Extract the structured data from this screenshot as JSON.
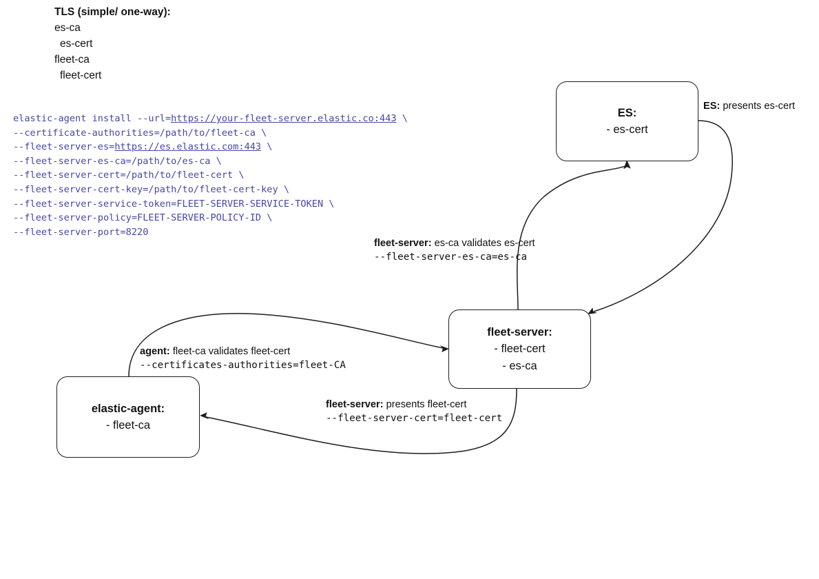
{
  "legend": {
    "title": "TLS (simple/ one-way):",
    "lines": [
      {
        "text": "es-ca",
        "indent": 1
      },
      {
        "text": "es-cert",
        "indent": 2
      },
      {
        "text": "fleet-ca",
        "indent": 1
      },
      {
        "text": "fleet-cert",
        "indent": 2
      }
    ]
  },
  "command": {
    "color": "#4646a8",
    "lines": [
      {
        "pre": "elastic-agent install --url=",
        "link": "https://your-fleet-server.elastic.co:443",
        "post": " \\"
      },
      {
        "pre": "--certificate-authorities=/path/to/fleet-ca \\",
        "link": "",
        "post": ""
      },
      {
        "pre": "--fleet-server-es=",
        "link": "https://es.elastic.com:443",
        "post": " \\"
      },
      {
        "pre": "--fleet-server-es-ca=/path/to/es-ca \\",
        "link": "",
        "post": ""
      },
      {
        "pre": "--fleet-server-cert=/path/to/fleet-cert \\",
        "link": "",
        "post": ""
      },
      {
        "pre": "--fleet-server-cert-key=/path/to/fleet-cert-key \\",
        "link": "",
        "post": ""
      },
      {
        "pre": "--fleet-server-service-token=FLEET-SERVER-SERVICE-TOKEN \\",
        "link": "",
        "post": ""
      },
      {
        "pre": "--fleet-server-policy=FLEET-SERVER-POLICY-ID \\",
        "link": "",
        "post": ""
      },
      {
        "pre": "--fleet-server-port=8220",
        "link": "",
        "post": ""
      }
    ]
  },
  "nodes": {
    "es": {
      "title": "ES:",
      "items": [
        "- es-cert"
      ]
    },
    "fleet_server": {
      "title": "fleet-server:",
      "items": [
        "- fleet-cert",
        "- es-ca"
      ]
    },
    "elastic_agent": {
      "title": "elastic-agent:",
      "items": [
        "- fleet-ca"
      ]
    }
  },
  "edges": [
    {
      "id": "es-presents",
      "bold": "ES:",
      "text": " presents es-cert",
      "mono": "",
      "from": "es",
      "to": "fleet-server"
    },
    {
      "id": "fleet-server-validates",
      "bold": "fleet-server:",
      "text": " es-ca validates es-cert",
      "mono": "--fleet-server-es-ca=es-ca",
      "from": "fleet-server",
      "to": "es"
    },
    {
      "id": "agent-validates",
      "bold": "agent:",
      "text": " fleet-ca validates fleet-cert",
      "mono": "--certificates-authorities=fleet-CA",
      "from": "elastic-agent",
      "to": "fleet-server"
    },
    {
      "id": "fleet-server-presents",
      "bold": "fleet-server:",
      "text": " presents fleet-cert",
      "mono": "--fleet-server-cert=fleet-cert",
      "from": "fleet-server",
      "to": "elastic-agent"
    }
  ],
  "colors": {
    "stroke": "#1c1c1c",
    "command_text": "#4646a8",
    "text": "#111111",
    "background": "#ffffff"
  }
}
